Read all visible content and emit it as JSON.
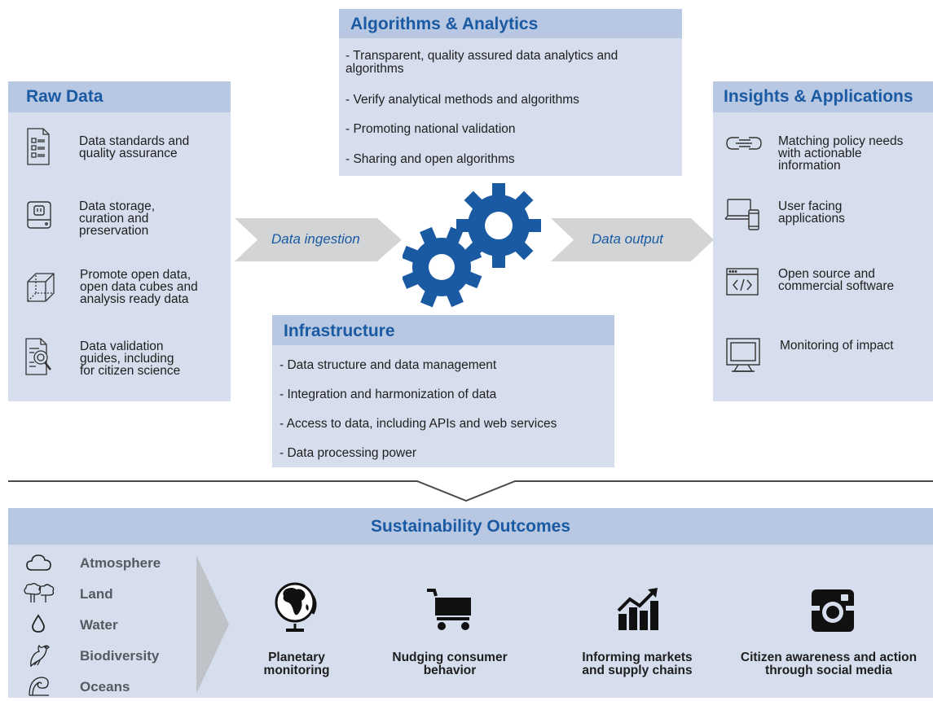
{
  "raw_data": {
    "title": "Raw Data",
    "items": [
      {
        "text": "Data standards and\nquality assurance",
        "icon": "checklist-document-icon"
      },
      {
        "text": "Data storage,\ncuration and\npreservation",
        "icon": "storage-drive-icon"
      },
      {
        "text": "Promote open data,\nopen data cubes and\nanalysis ready data",
        "icon": "data-cube-icon"
      },
      {
        "text": "Data validation\nguides, including\nfor citizen science",
        "icon": "document-search-icon"
      }
    ]
  },
  "algorithms": {
    "title": "Algorithms & Analytics",
    "bullets": [
      "- Transparent, quality assured data analytics and\n  algorithms",
      "- Verify analytical methods and algorithms",
      "- Promoting national validation",
      "- Sharing and open algorithms"
    ]
  },
  "insights": {
    "title": "Insights & Applications",
    "items": [
      {
        "text": "Matching policy needs\nwith actionable\ninformation",
        "icon": "link-icon"
      },
      {
        "text": "User facing\napplications",
        "icon": "laptop-phone-icon"
      },
      {
        "text": "Open source and\ncommercial software",
        "icon": "code-window-icon"
      },
      {
        "text": "Monitoring of impact",
        "icon": "monitor-icon"
      }
    ]
  },
  "infrastructure": {
    "title": "Infrastructure",
    "bullets": [
      "- Data structure and data management",
      "- Integration and harmonization of data",
      "- Access to data, including APIs and web services",
      "- Data processing power"
    ]
  },
  "arrows": {
    "ingestion": "Data ingestion",
    "output": "Data output"
  },
  "sustainability": {
    "title": "Sustainability Outcomes",
    "domains": [
      {
        "label": "Atmosphere",
        "icon": "cloud-icon"
      },
      {
        "label": "Land",
        "icon": "trees-icon"
      },
      {
        "label": "Water",
        "icon": "water-drop-icon"
      },
      {
        "label": "Biodiversity",
        "icon": "bird-icon"
      },
      {
        "label": "Oceans",
        "icon": "wave-icon"
      }
    ],
    "outcomes": [
      {
        "label": "Planetary\nmonitoring",
        "icon": "globe-icon"
      },
      {
        "label": "Nudging consumer\nbehavior",
        "icon": "shopping-cart-icon"
      },
      {
        "label": "Informing markets\nand supply chains",
        "icon": "growth-chart-icon"
      },
      {
        "label": "Citizen awareness and action\nthrough social media",
        "icon": "instagram-icon"
      }
    ]
  },
  "colors": {
    "panel_bg": "#d6deed",
    "panel_header": "#b8c8e2",
    "title_blue": "#1a5aa3",
    "gear_blue": "#1a5aa3",
    "arrow_gray": "#d2d4d6"
  }
}
